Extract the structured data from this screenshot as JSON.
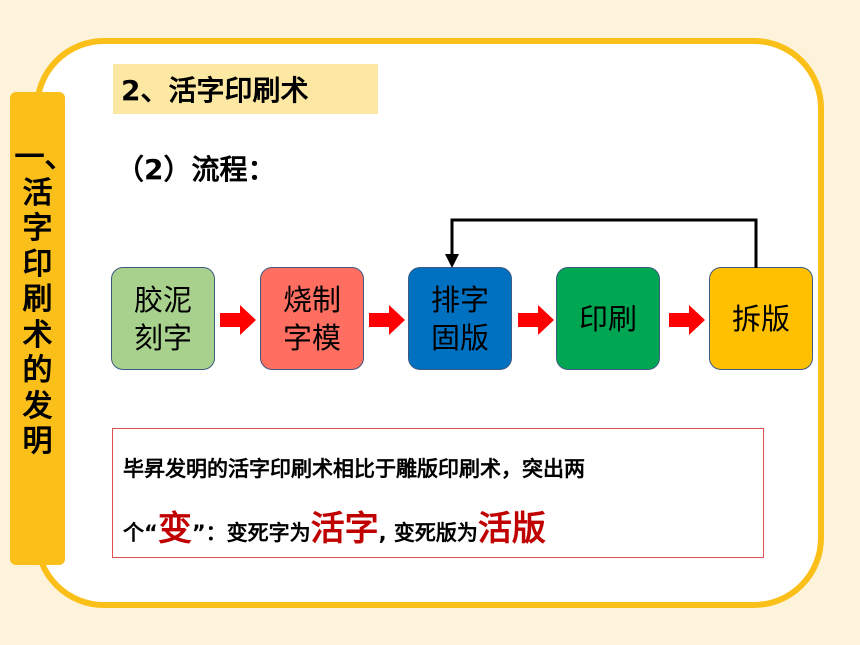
{
  "side_tab": {
    "chars": [
      "一、",
      "活",
      "字",
      "印",
      "刷",
      "术",
      "的",
      "发",
      "明"
    ]
  },
  "section_title": "2、活字印刷术",
  "sub_title": "（2）流程：",
  "flow": [
    {
      "line1": "胶泥",
      "line2": "刻字",
      "color": "#A9D18E"
    },
    {
      "line1": "烧制",
      "line2": "字模",
      "color": "#FF6F61"
    },
    {
      "line1": "排字",
      "line2": "固版",
      "color": "#0070C0"
    },
    {
      "line1": "印刷",
      "line2": "",
      "color": "#00A651"
    },
    {
      "line1": "拆版",
      "line2": "",
      "color": "#FFC000"
    }
  ],
  "note": {
    "line1": "毕昇发明的活字印刷术相比于雕版印刷术，突出两",
    "l2_a": "个",
    "l2_q1": "“",
    "l2_bian": "变",
    "l2_q2": "”",
    "l2_b": "：变死字为",
    "l2_huozi": "活字",
    "l2_c": ", 变死版为",
    "l2_huoban": "活版"
  },
  "colors": {
    "accent": "#FBBF1A",
    "arrow": "#FF0000",
    "emphasis": "#C00000"
  }
}
